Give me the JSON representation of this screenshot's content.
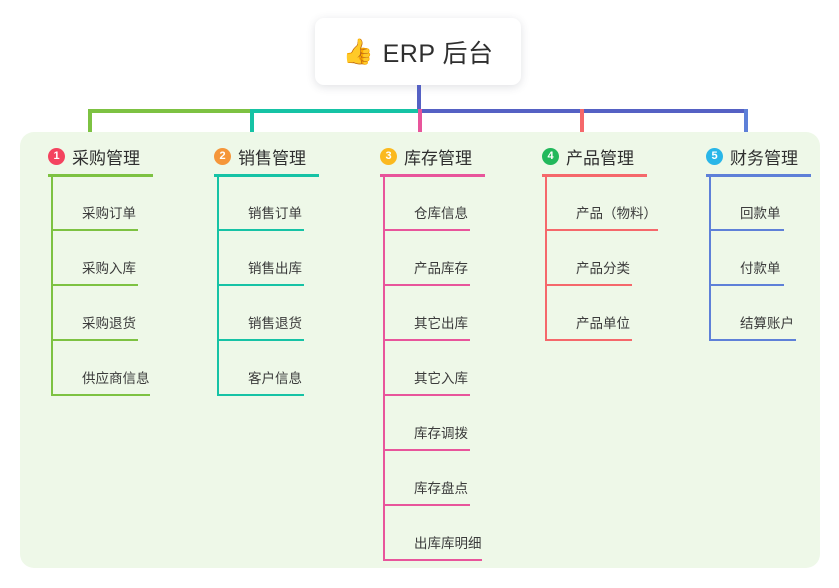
{
  "root": {
    "icon": "thumbs-up-icon",
    "emoji": "👍",
    "title": "ERP 后台"
  },
  "palette": {
    "panel_bg": "#eef8e8",
    "page_bg": "#ffffff",
    "root_stem": "#5561c4",
    "bar_green": "#7dc242",
    "bar_teal": "#16c3a5",
    "bar_blue": "#5561c4"
  },
  "columns": [
    {
      "number": "1",
      "title": "采购管理",
      "badge_color": "#f4435f",
      "line_color": "#7dc242",
      "rule_width": 105,
      "items": [
        {
          "label": "采购订单",
          "rule_width": 87
        },
        {
          "label": "采购入库",
          "rule_width": 87
        },
        {
          "label": "采购退货",
          "rule_width": 87
        },
        {
          "label": "供应商信息",
          "rule_width": 99
        }
      ]
    },
    {
      "number": "2",
      "title": "销售管理",
      "badge_color": "#f5963a",
      "line_color": "#16c3a5",
      "rule_width": 105,
      "items": [
        {
          "label": "销售订单",
          "rule_width": 87
        },
        {
          "label": "销售出库",
          "rule_width": 87
        },
        {
          "label": "销售退货",
          "rule_width": 87
        },
        {
          "label": "客户信息",
          "rule_width": 87
        }
      ]
    },
    {
      "number": "3",
      "title": "库存管理",
      "badge_color": "#fbb91f",
      "line_color": "#e8559b",
      "rule_width": 105,
      "items": [
        {
          "label": "仓库信息",
          "rule_width": 87
        },
        {
          "label": "产品库存",
          "rule_width": 87
        },
        {
          "label": "其它出库",
          "rule_width": 87
        },
        {
          "label": "其它入库",
          "rule_width": 87
        },
        {
          "label": "库存调拨",
          "rule_width": 87
        },
        {
          "label": "库存盘点",
          "rule_width": 87
        },
        {
          "label": "出库库明细",
          "rule_width": 99
        }
      ]
    },
    {
      "number": "4",
      "title": "产品管理",
      "badge_color": "#22b85c",
      "line_color": "#f5686b",
      "rule_width": 105,
      "items": [
        {
          "label": "产品（物料）",
          "rule_width": 113
        },
        {
          "label": "产品分类",
          "rule_width": 87
        },
        {
          "label": "产品单位",
          "rule_width": 87
        }
      ]
    },
    {
      "number": "5",
      "title": "财务管理",
      "badge_color": "#29b6e8",
      "line_color": "#5e80d8",
      "rule_width": 105,
      "items": [
        {
          "label": "回款单",
          "rule_width": 75
        },
        {
          "label": "付款单",
          "rule_width": 75
        },
        {
          "label": "结算账户",
          "rule_width": 87
        }
      ]
    }
  ]
}
